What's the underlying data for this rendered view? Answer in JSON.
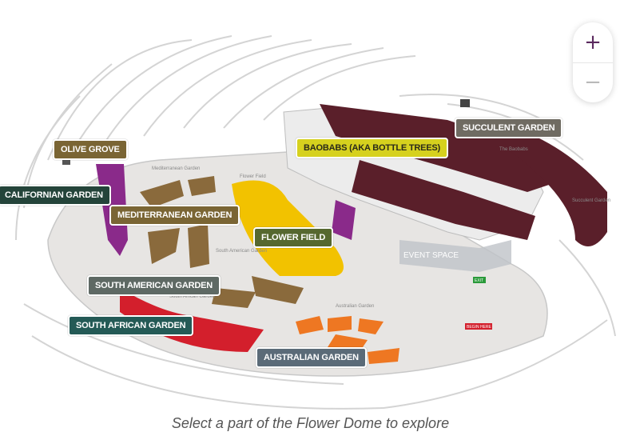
{
  "zoom": {
    "in_label": "+",
    "out_label": "−"
  },
  "areas": {
    "olive_grove": "OLIVE GROVE",
    "californian_garden": "CALIFORNIAN GARDEN",
    "mediterranean_garden": "MEDITERRANEAN GARDEN",
    "flower_field": "FLOWER FIELD",
    "baobabs": "BAOBABS (AKA BOTTLE TREES)",
    "succulent_garden": "SUCCULENT GARDEN",
    "south_american_garden": "SOUTH AMERICAN GARDEN",
    "south_african_garden": "SOUTH AFRICAN GARDEN",
    "australian_garden": "AUSTRALIAN GARDEN"
  },
  "map_labels": {
    "mediterranean": "Mediterranean Garden",
    "flower_field": "Flower Field",
    "south_american": "South American Garden",
    "south_african": "South African Garden",
    "australian": "Australian Garden",
    "the_baobabs": "The Baobabs",
    "succulent": "Succulent Garden",
    "event_space": "EVENT SPACE",
    "exit": "EXIT",
    "begin_here": "BEGIN HERE"
  },
  "colors": {
    "maroon": "#5a1f2a",
    "yellow": "#f2c200",
    "brown": "#8a6a3c",
    "red": "#d31f2c",
    "orange": "#ee7722",
    "purple": "#8a2a8a",
    "accent": "#5b2a5f"
  },
  "caption": "Select a part of the Flower Dome to explore"
}
